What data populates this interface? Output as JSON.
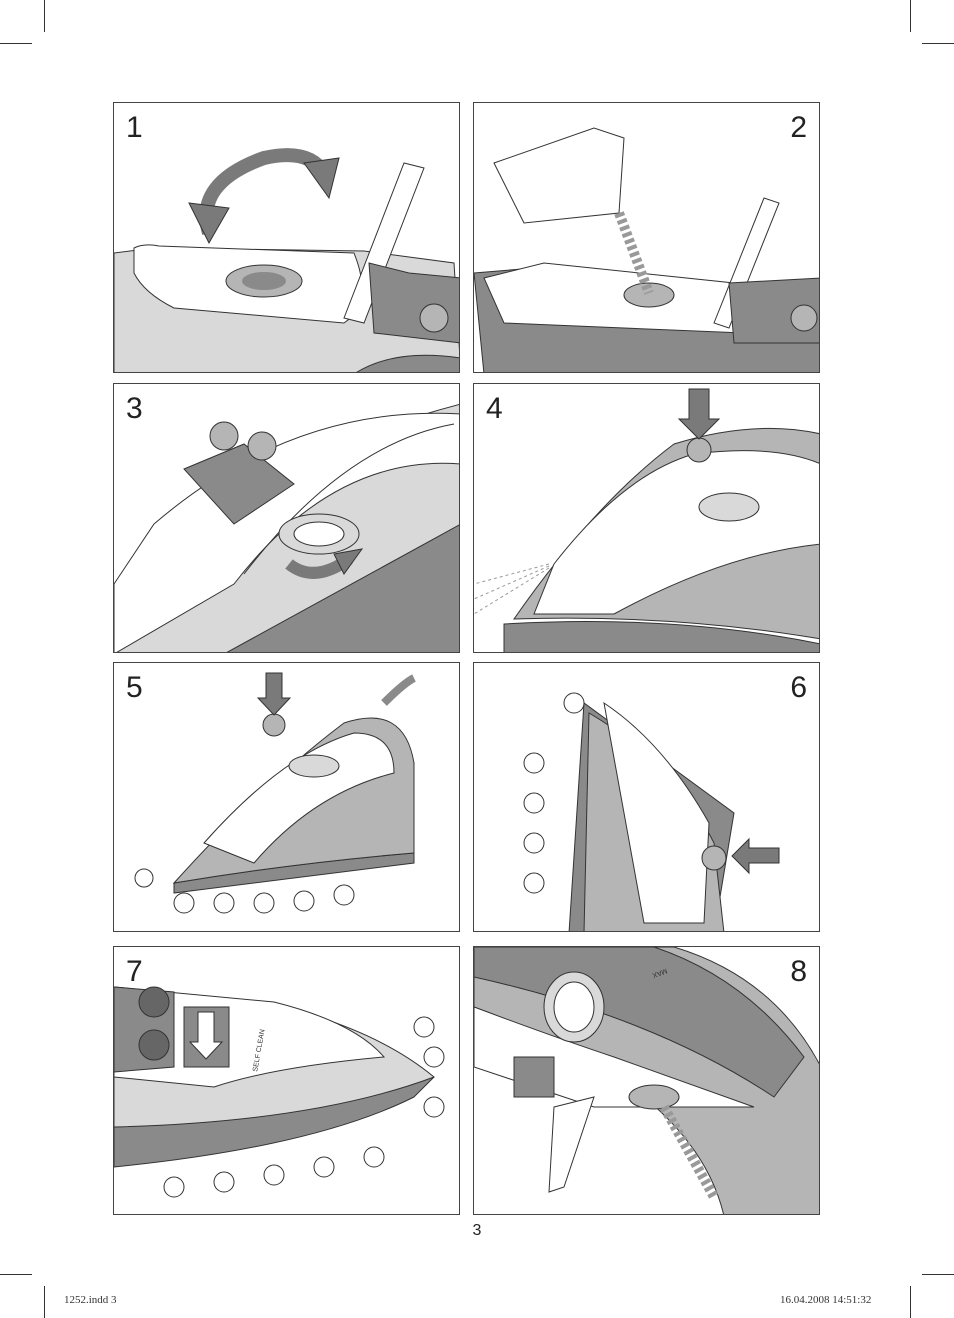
{
  "steps": [
    {
      "number": "1"
    },
    {
      "number": "2"
    },
    {
      "number": "3"
    },
    {
      "number": "4"
    },
    {
      "number": "5"
    },
    {
      "number": "6"
    },
    {
      "number": "7"
    },
    {
      "number": "8"
    }
  ],
  "iron_marking": "MAX",
  "self_clean_marking": "SELF CLEAN",
  "page_number": "3",
  "footer": {
    "file": "1252.indd   3",
    "timestamp": "16.04.2008   14:51:32"
  },
  "colors": {
    "iron_dark": "#8a8a8a",
    "iron_mid": "#b5b5b5",
    "iron_light": "#d9d9d9",
    "arrow": "#7a7a7a",
    "outline": "#333333"
  }
}
